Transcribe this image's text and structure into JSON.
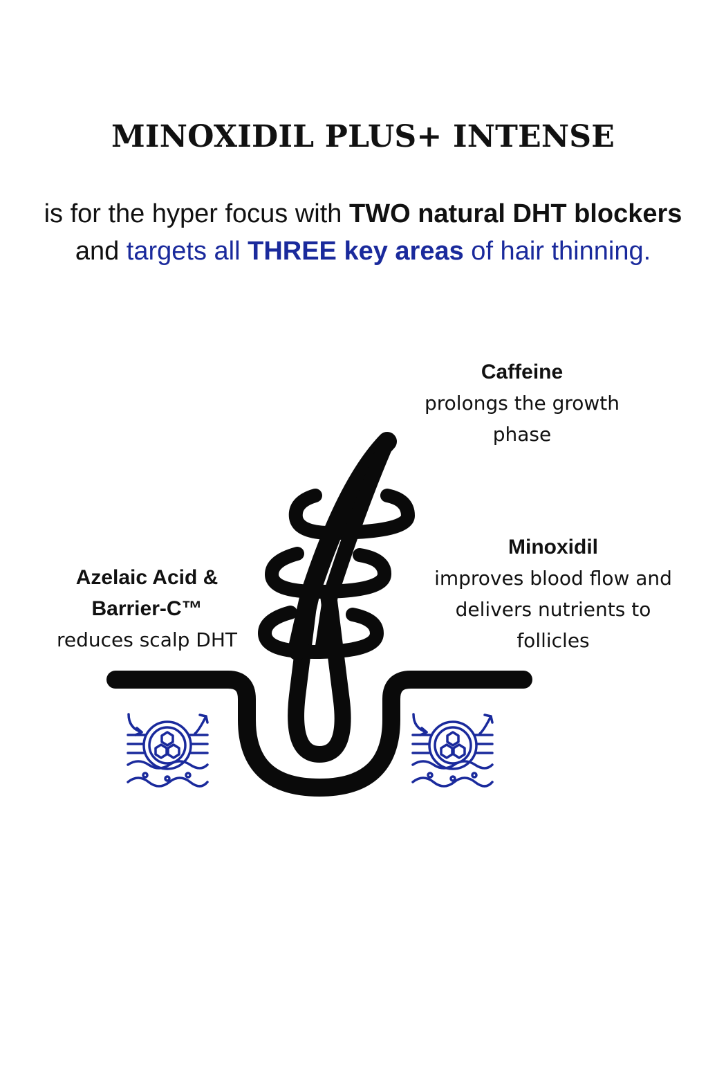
{
  "title": "MINOXIDIL PLUS+ INTENSE",
  "intro": {
    "line1_prefix": "is for the hyper focus with ",
    "line1_bold": "TWO natural DHT blockers",
    "line2_prefix": "and ",
    "line2_accent1": "targets all ",
    "line2_accent_bold": "THREE key areas",
    "line2_accent2": " of hair thinning."
  },
  "callouts": {
    "caffeine": {
      "heading": "Caffeine",
      "text": "prolongs the growth phase"
    },
    "minoxidil": {
      "heading": "Minoxidil",
      "text": "improves blood flow and delivers nutrients to follicles"
    },
    "azelaic": {
      "heading_line1": "Azelaic Acid &",
      "heading_line2": "Barrier-C™",
      "text": "reduces scalp DHT"
    }
  },
  "icons": [
    "hair-follicle-icon",
    "scalp-absorption-icon"
  ],
  "colors": {
    "accent": "#1a2a9c",
    "ink": "#0a0a0a"
  }
}
